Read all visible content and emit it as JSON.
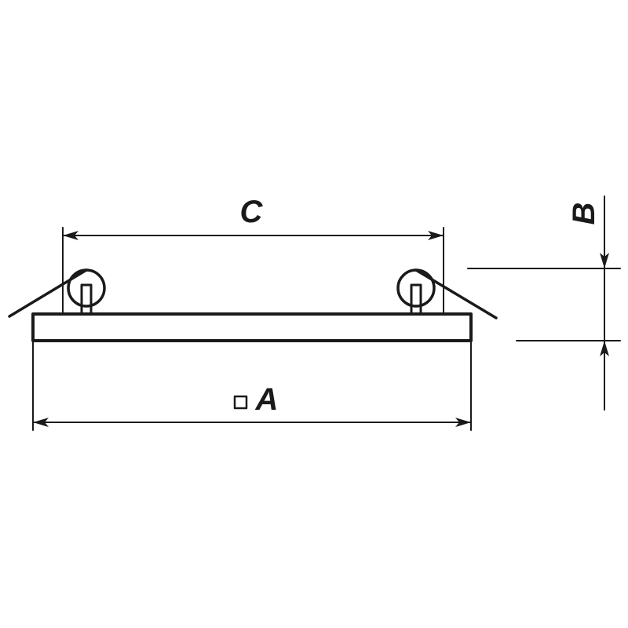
{
  "labels": {
    "width_label": "A",
    "height_label": "B",
    "cutout_label": "C"
  },
  "colors": {
    "stroke": "#1a1a1a",
    "background": "#ffffff"
  },
  "symbols": {
    "square_icon": "square-symbol-icon"
  }
}
